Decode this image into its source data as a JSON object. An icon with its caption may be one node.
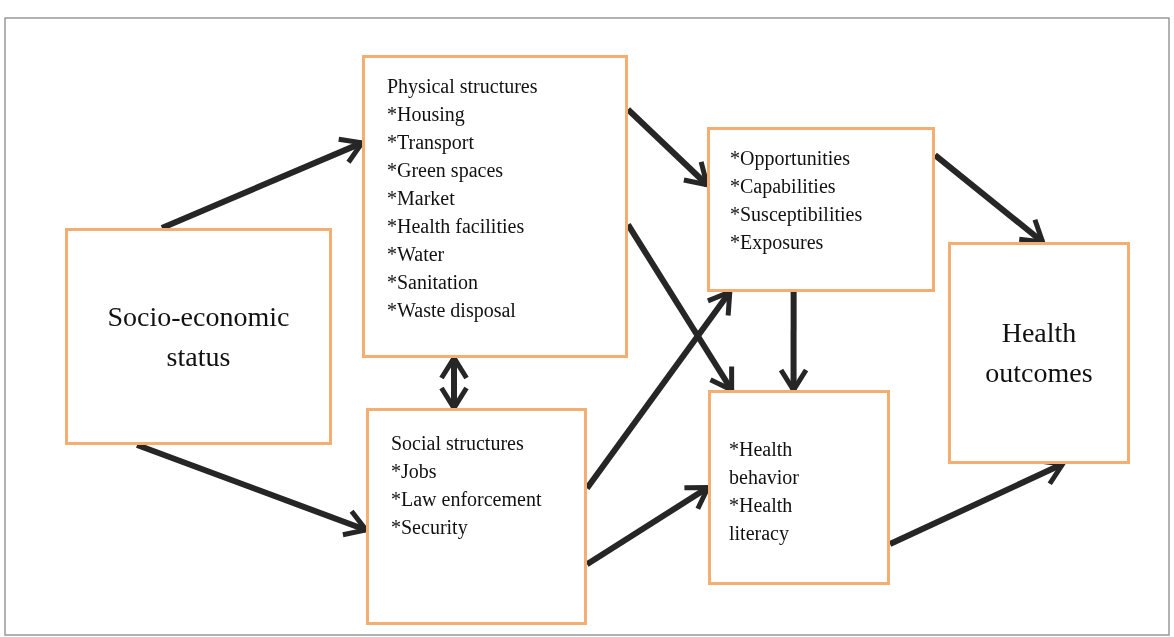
{
  "diagram": {
    "nodes": [
      {
        "text": [
          "Socio-economic status"
        ]
      },
      {
        "text": [
          "Physical structures",
          "*Housing",
          "*Transport",
          "*Green spaces",
          "*Market",
          "*Health facilities",
          "*Water",
          "*Sanitation",
          "*Waste disposal"
        ]
      },
      {
        "text": [
          "Social structures",
          "*Jobs",
          "*Law enforcement",
          "*Security"
        ]
      },
      {
        "text": [
          "*Opportunities",
          "*Capabilities",
          "*Susceptibilities",
          "*Exposures"
        ]
      },
      {
        "text": [
          "*Health behavior",
          "*Health literacy"
        ]
      },
      {
        "text": [
          "Health outcomes"
        ]
      }
    ],
    "edges": [
      {
        "from": 0,
        "to": 1,
        "arrow": "to"
      },
      {
        "from": 0,
        "to": 2,
        "arrow": "to"
      },
      {
        "from": 1,
        "to": 2,
        "arrow": "both"
      },
      {
        "from": 1,
        "to": 3,
        "arrow": "to"
      },
      {
        "from": 1,
        "to": 4,
        "arrow": "to"
      },
      {
        "from": 2,
        "to": 3,
        "arrow": "to"
      },
      {
        "from": 2,
        "to": 4,
        "arrow": "to"
      },
      {
        "from": 3,
        "to": 4,
        "arrow": "to"
      },
      {
        "from": 3,
        "to": 5,
        "arrow": "to"
      },
      {
        "from": 4,
        "to": 5,
        "arrow": "to"
      }
    ]
  }
}
